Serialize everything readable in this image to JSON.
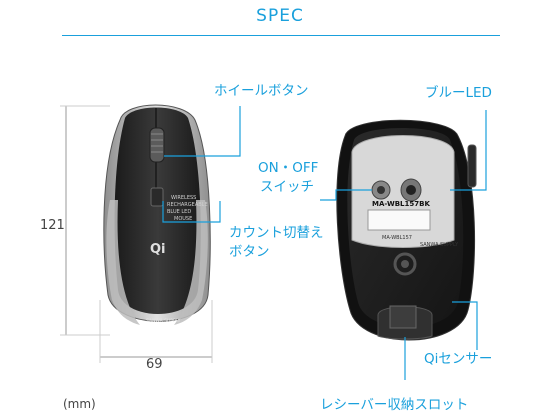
{
  "title": "SPEC",
  "labels": {
    "wheel_button": "ホイールボタン",
    "blue_led": "ブルーLED",
    "on_off": "ON・OFF",
    "switch": "スイッチ",
    "count_switch": "カウント切替え",
    "count_button": "ボタン",
    "qi_sensor": "Qiセンサー",
    "receiver_slot": "レシーバー収納スロット"
  },
  "dimensions": {
    "height": "121",
    "width": "69",
    "unit": "(mm)"
  },
  "product": {
    "model": "MA-WBL157BK",
    "model_sub": "MA-WBL157",
    "brand": "SANWA SUPPLY",
    "top_text_1": "WIRELESS",
    "top_text_2": "RECHARGEABLE",
    "top_text_3": "BLUE LED",
    "top_text_4": "MOUSE",
    "qi_mark": "Qi"
  },
  "colors": {
    "accent": "#1aa0dc"
  }
}
